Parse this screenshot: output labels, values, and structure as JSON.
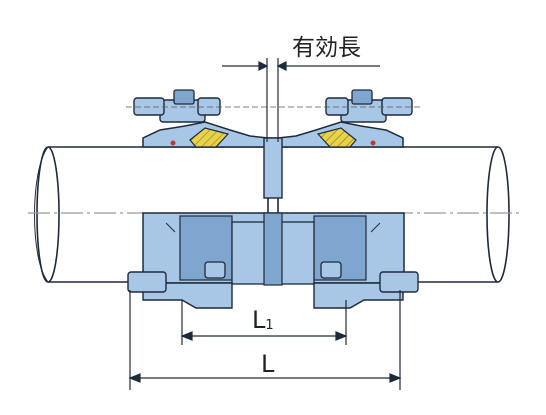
{
  "labels": {
    "effective_length": "有効長",
    "l1_main": "L",
    "l1_sub": "1",
    "l": "L"
  },
  "colors": {
    "body_fill": "#a8c7e6",
    "body_dark": "#7fa6cf",
    "outline": "#1e2a3a",
    "gasket": "#e8d24a",
    "pipe": "#ffffff",
    "centerline": "#9a9a9a"
  }
}
